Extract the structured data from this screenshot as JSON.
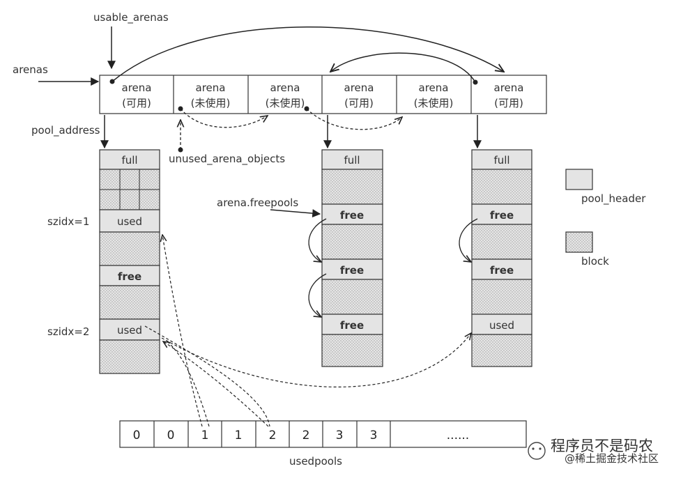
{
  "labels": {
    "usable_arenas": "usable_arenas",
    "arenas": "arenas",
    "pool_address": "pool_address",
    "unused_arena_objects": "unused_arena_objects",
    "arena_freepools": "arena.freepools",
    "szidx1": "szidx=1",
    "szidx2": "szidx=2",
    "usedpools": "usedpools"
  },
  "arenas": [
    {
      "name": "arena",
      "state": "(可用)"
    },
    {
      "name": "arena",
      "state": "(未使用)"
    },
    {
      "name": "arena",
      "state": "(未使用)"
    },
    {
      "name": "arena",
      "state": "(可用)"
    },
    {
      "name": "arena",
      "state": "(未使用)"
    },
    {
      "name": "arena",
      "state": "(可用)"
    }
  ],
  "pools": {
    "left": [
      "full",
      "used",
      "free",
      "used"
    ],
    "middle": [
      "full",
      "free",
      "free",
      "free"
    ],
    "right": [
      "full",
      "free",
      "free",
      "used"
    ]
  },
  "legend": {
    "pool_header": "pool_header",
    "block": "block"
  },
  "usedpools_cells": [
    "0",
    "0",
    "1",
    "1",
    "2",
    "2",
    "3",
    "3",
    "......"
  ],
  "watermark": {
    "line1": "程序员不是码农",
    "line2": "@稀土掘金技术社区"
  }
}
